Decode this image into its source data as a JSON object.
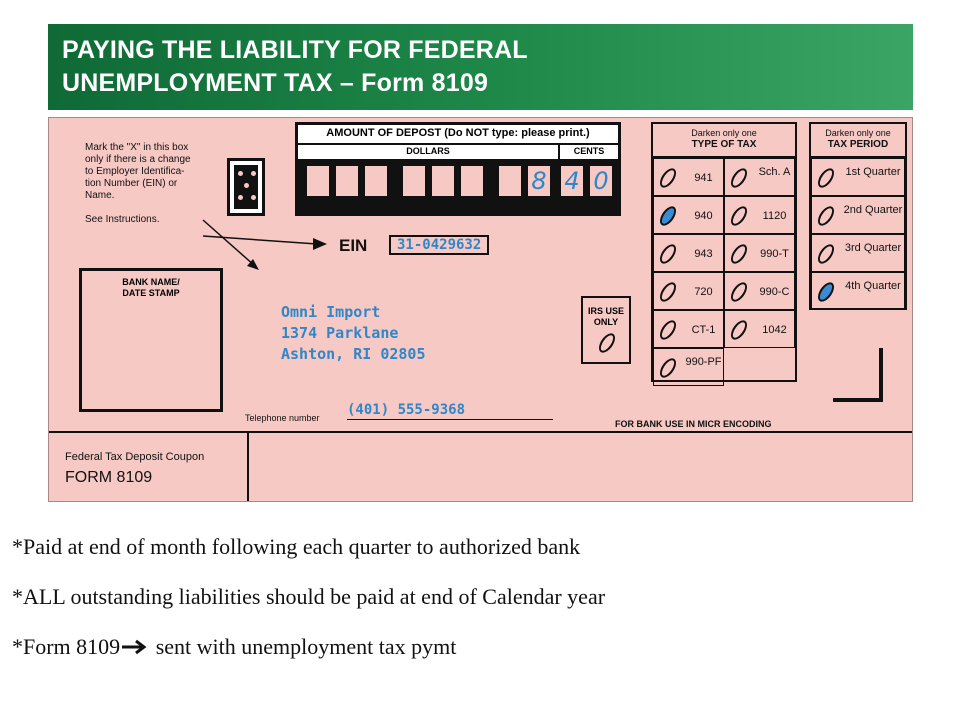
{
  "header": {
    "title_line1": "PAYING THE LIABILITY FOR FEDERAL",
    "title_line2": "UNEMPLOYMENT TAX – Form 8109"
  },
  "form": {
    "instructions": [
      "Mark the \"X\" in this box",
      "only if there is a change",
      "to Employer Identifica-",
      "tion Number (EIN) or",
      "Name."
    ],
    "see_instructions": "See Instructions.",
    "amount_header": "AMOUNT OF DEPOST (Do NOT type: please print.)",
    "dollars_label": "DOLLARS",
    "cents_label": "CENTS",
    "amount_digits": [
      "8",
      "4",
      "0"
    ],
    "separators": [
      ",",
      ",",
      "."
    ],
    "ein_label": "EIN",
    "ein_value": "31-0429632",
    "bank_name_label": [
      "BANK NAME/",
      "DATE STAMP"
    ],
    "address": [
      "Omni Import",
      "1374 Parklane",
      "Ashton, RI 02805"
    ],
    "irs_use": [
      "IRS USE",
      "ONLY"
    ],
    "telephone_label": "Telephone number",
    "telephone_value": "(401) 555-9368",
    "bank_use": "FOR BANK USE IN MICR ENCODING",
    "type_of_tax": {
      "head_line1": "Darken only one",
      "head_line2": "TYPE OF TAX",
      "options": [
        {
          "label": "941",
          "selected": false
        },
        {
          "label": "Sch. A",
          "selected": false
        },
        {
          "label": "940",
          "selected": true
        },
        {
          "label": "1120",
          "selected": false
        },
        {
          "label": "943",
          "selected": false
        },
        {
          "label": "990-T",
          "selected": false
        },
        {
          "label": "720",
          "selected": false
        },
        {
          "label": "990-C",
          "selected": false
        },
        {
          "label": "CT-1",
          "selected": false
        },
        {
          "label": "1042",
          "selected": false
        },
        {
          "label": "990-PF",
          "selected": false
        }
      ]
    },
    "tax_period": {
      "head_line1": "Darken only one",
      "head_line2": "TAX PERIOD",
      "options": [
        {
          "label": "1st Quarter",
          "selected": false
        },
        {
          "label": "2nd Quarter",
          "selected": false
        },
        {
          "label": "3rd Quarter",
          "selected": false
        },
        {
          "label": "4th Quarter",
          "selected": true
        }
      ]
    },
    "coupon_title": "Federal Tax Deposit Coupon",
    "coupon_form": "FORM 8109",
    "filled_color": "#3a8cd2",
    "entry_color": "#2f86c8"
  },
  "notes": [
    "*Paid at end of month following each quarter to authorized bank",
    "*ALL outstanding liabilities should be paid at end of Calendar year",
    "*Form 8109",
    " sent with unemployment tax pymt"
  ]
}
